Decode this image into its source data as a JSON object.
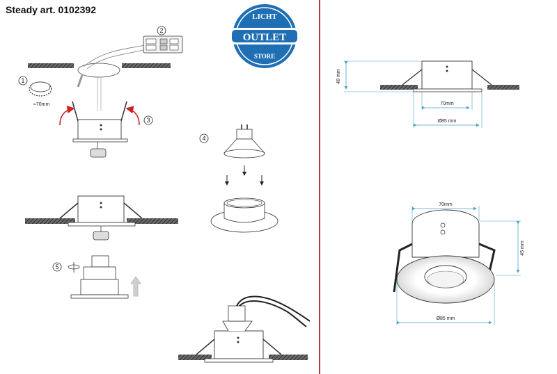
{
  "title": "Steady art. 0102392",
  "logo": {
    "top": "LICHT",
    "middle": "OUTLET",
    "bottom": "STORE",
    "color": "#1f6fb5"
  },
  "steps": {
    "s1": "1",
    "s2": "2",
    "s3": "3",
    "s4": "4",
    "s5": "5"
  },
  "hole_label": "≈70mm",
  "side_dims": {
    "height": "48 mm",
    "cutout": "70mm",
    "outer": "Ø85 mm"
  },
  "persp_dims": {
    "cutout": "70mm",
    "height": "45 mm",
    "outer": "Ø85 mm"
  },
  "colors": {
    "divider": "#b23a3a",
    "dimension": "#4aa3c8",
    "arrow_red": "#cc2222",
    "arrow_grey": "#b0b0b0"
  }
}
